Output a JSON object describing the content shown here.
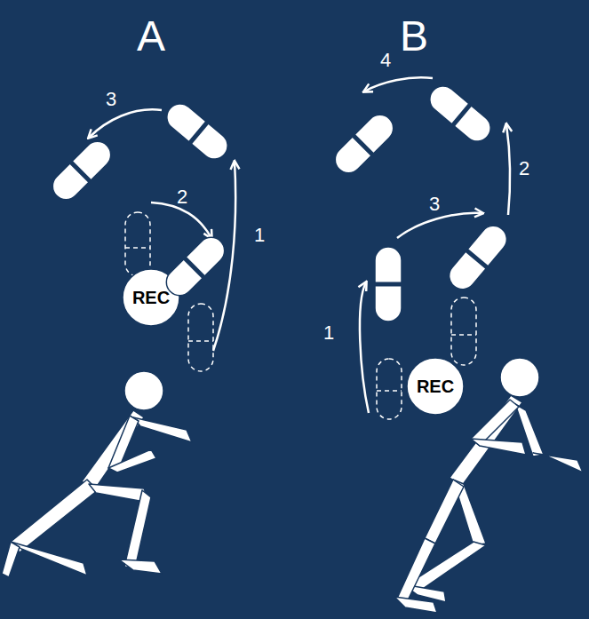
{
  "diagram": {
    "nodes": [
      {
        "text": [
          "REC"
        ]
      },
      {
        "text": [
          "REC"
        ]
      }
    ],
    "labels": [
      "A",
      "B",
      "3",
      "2",
      "1",
      "4",
      "2",
      "3",
      "1"
    ]
  }
}
